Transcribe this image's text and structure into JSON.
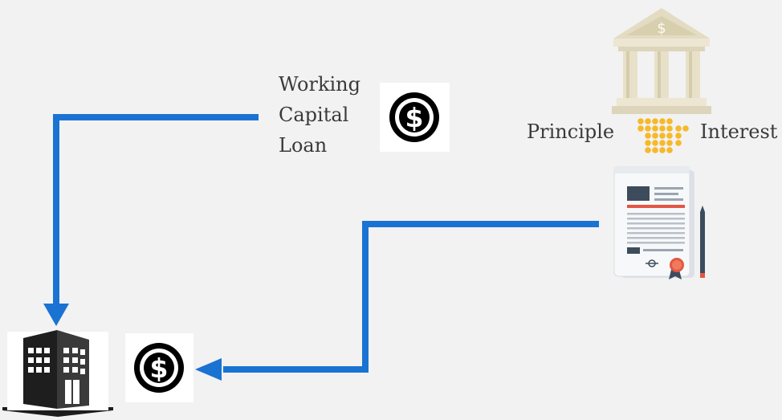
{
  "loan_label": {
    "line1": "Working",
    "line2": "Capital",
    "line3": "Loan"
  },
  "bank_labels": {
    "principle": "Principle",
    "interest": "Interest"
  },
  "icons": {
    "bank": "bank-icon",
    "coins": "coins-icon",
    "document": "contract-document-icon",
    "building": "office-building-icon",
    "dollar": "dollar-coin-icon"
  },
  "colors": {
    "arrow": "#1a73d2",
    "background": "#f2f2f2"
  }
}
